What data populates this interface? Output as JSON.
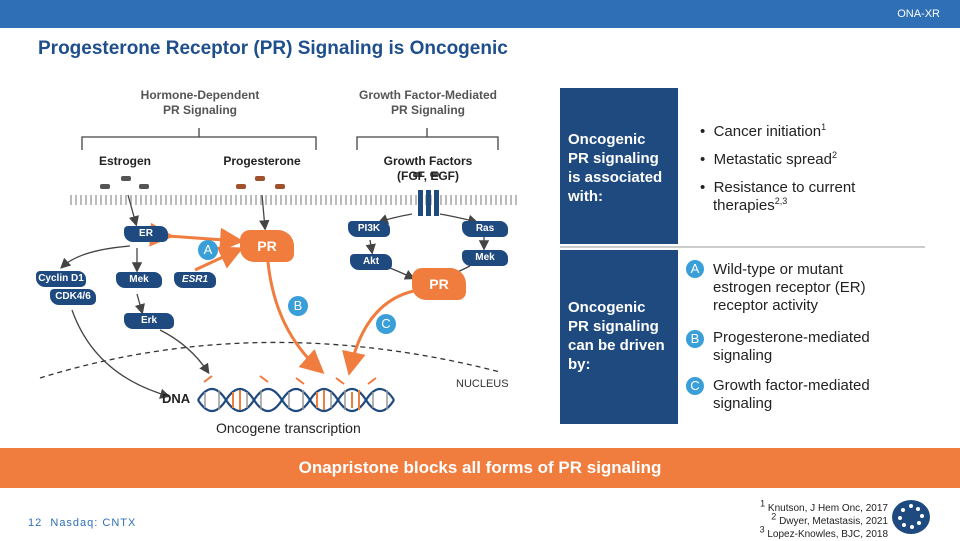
{
  "header": {
    "tag": "ONA-XR",
    "title": "Progesterone Receptor (PR) Signaling is Oncogenic"
  },
  "diagram": {
    "hormone_dependent": [
      "Hormone-Dependent",
      "PR Signaling"
    ],
    "growth_factor_mediated": [
      "Growth Factor-Mediated",
      "PR Signaling"
    ],
    "estrogen": "Estrogen",
    "progesterone": "Progesterone",
    "growth_factors": [
      "Growth Factors",
      "(FGF, EGF)"
    ],
    "molecules": {
      "er": "ER",
      "cyclin_d1": "Cyclin D1",
      "cdk46": "CDK4/6",
      "mek_left": "Mek",
      "esr1": "ESR1",
      "erk": "Erk",
      "pi3k": "PI3K",
      "ras": "Ras",
      "akt": "Akt",
      "mek_right": "Mek",
      "pr_main": "PR",
      "pr_right": "PR"
    },
    "markers": {
      "a": "A",
      "b": "B",
      "c": "C"
    },
    "nucleus": "NUCLEUS",
    "dna": "DNA",
    "oncogene_transcription": "Oncogene transcription"
  },
  "panel1": {
    "heading": [
      "Oncogenic",
      "PR signaling",
      "is associated",
      "with:"
    ],
    "bullets": [
      {
        "text": "Cancer initiation",
        "sup": "1"
      },
      {
        "text": "Metastatic spread",
        "sup": "2"
      },
      {
        "text_lines": [
          "Resistance to current",
          "therapies"
        ],
        "sup": "2,3"
      }
    ]
  },
  "panel2": {
    "heading": [
      "Oncogenic",
      "PR signaling",
      "can be driven",
      "by:"
    ],
    "items": [
      {
        "marker": "A",
        "lines": [
          "Wild-type or mutant",
          "estrogen receptor (ER)",
          "receptor activity"
        ]
      },
      {
        "marker": "B",
        "lines": [
          "Progesterone-mediated",
          "signaling"
        ]
      },
      {
        "marker": "C",
        "lines": [
          "Growth factor-mediated",
          "signaling"
        ]
      }
    ]
  },
  "banner": "Onapristone blocks all forms of PR signaling",
  "footer": {
    "page": "12",
    "ticker": "Nasdaq: CNTX"
  },
  "references": [
    {
      "num": "1",
      "text": "Knutson, J Hem Onc, 2017"
    },
    {
      "num": "2",
      "text": "Dwyer, Metastasis, 2021"
    },
    {
      "num": "3",
      "text": "Lopez-Knowles, BJC, 2018"
    }
  ],
  "colors": {
    "navy": "#1f4a80",
    "blue": "#2f6fb5",
    "orange": "#f07c3e",
    "light_blue": "#3a9fd8"
  }
}
